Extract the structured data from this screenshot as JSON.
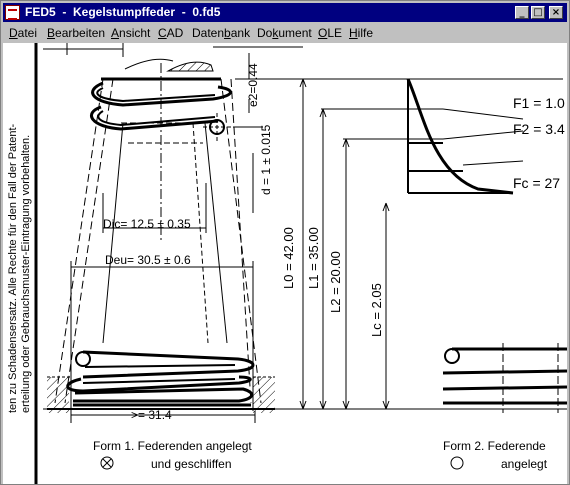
{
  "window": {
    "title": "FED5  -  Kegelstumpffeder  -  0.fd5",
    "min_label": "_",
    "max_label": "□",
    "close_label": "×"
  },
  "menu": {
    "items": [
      "Datei",
      "Bearbeiten",
      "Ansicht",
      "CAD",
      "Datenbank",
      "Dokument",
      "OLE",
      "Hilfe"
    ],
    "mnemonics": [
      "D",
      "B",
      "A",
      "C",
      "b",
      "k",
      "O",
      "H"
    ]
  },
  "drawing": {
    "copyright_line1": "ten zu Schadensersatz. Alle Rechte für den Fall der Patent-",
    "copyright_line2": "erteilung oder Gebrauchsmuster-Eintragung vorbehalten.",
    "dim_e2": "e2=0.44",
    "dim_d": "d = 1 ± 0.015",
    "dim_dic": "Dic= 12.5 ± 0.35",
    "dim_deu": "Deu= 30.5 ± 0.6",
    "dim_bottom": ">= 31.4",
    "dim_L0": "L0 = 42.00",
    "dim_L1": "L1 = 35.00",
    "dim_L2": "L2 = 20.00",
    "dim_Lc": "Lc = 2.05",
    "force_F1": "F1 = 1.0",
    "force_F2": "F2 = 3.4",
    "force_Fc": "Fc = 27",
    "form1_title": "Form 1. Federenden angelegt",
    "form1_sub": "und geschliffen",
    "form2_title": "Form 2. Federende",
    "form2_sub": "angelegt"
  }
}
